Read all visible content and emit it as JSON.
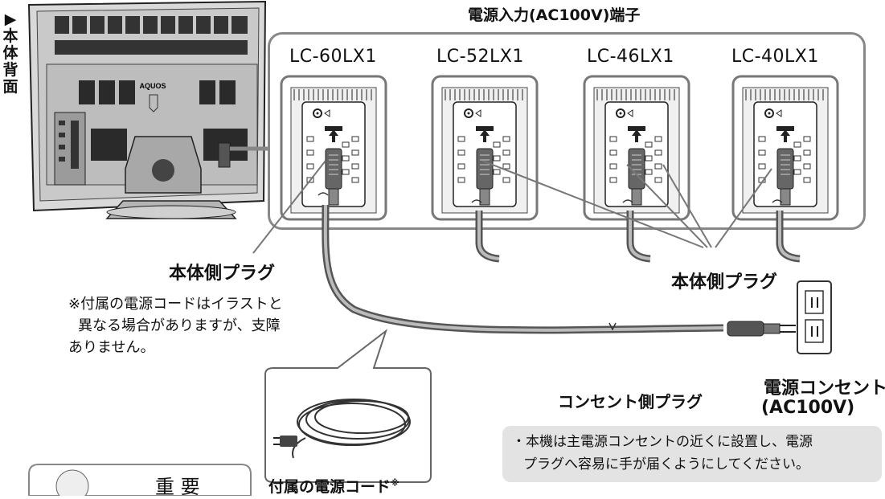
{
  "side_label": [
    "▶",
    "本",
    "体",
    "背",
    "面"
  ],
  "tv_logo": "AQUOS",
  "panel_title": "電源入力(AC100V)端子",
  "models": [
    "LC-60LX1",
    "LC-52LX1",
    "LC-46LX1",
    "LC-40LX1"
  ],
  "labels": {
    "body_plug_left": "本体側プラグ",
    "body_plug_right": "本体側プラグ",
    "outlet_plug": "コンセント側プラグ",
    "outlet_title": "電源コンセント",
    "outlet_sub": "(AC100V)",
    "cord_caption": "付属の電源コード",
    "cord_mark": "※",
    "important": "重 要"
  },
  "caution": [
    "※付属の電源コードはイラストと",
    "異なる場合がありますが、支障",
    "ありません。"
  ],
  "note": [
    "・本機は主電源コンセントの近くに設置し、電源",
    "プラグへ容易に手が届くようにしてください。"
  ]
}
